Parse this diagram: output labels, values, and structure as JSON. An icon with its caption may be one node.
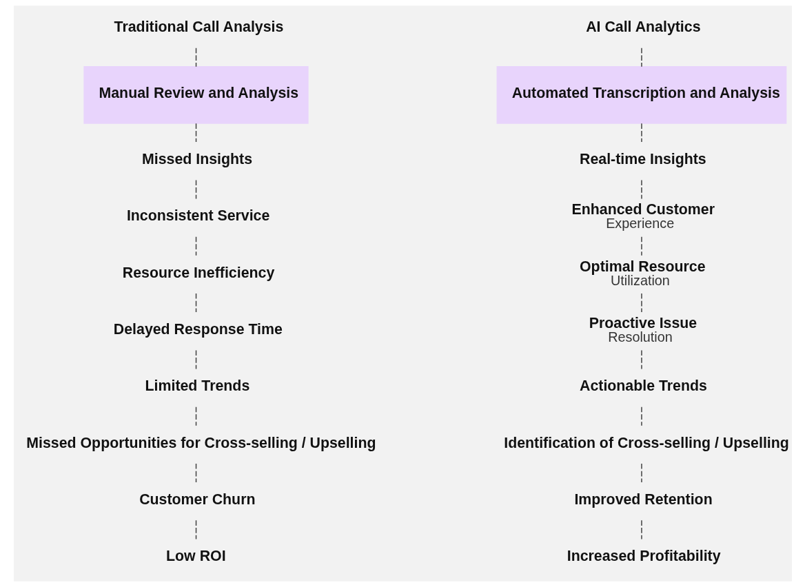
{
  "diagram": {
    "nodes": [
      {
        "text": [
          "Traditional Call Analysis"
        ]
      },
      {
        "text": [
          "Manual Review and Analysis"
        ]
      },
      {
        "text": [
          "Missed Insights"
        ]
      },
      {
        "text": [
          "Inconsistent Service"
        ]
      },
      {
        "text": [
          "Resource Inefficiency"
        ]
      },
      {
        "text": [
          "Delayed Response Time"
        ]
      },
      {
        "text": [
          "Limited Trends"
        ]
      },
      {
        "text": [
          "Missed Opportunities for Cross-selling / Upselling"
        ]
      },
      {
        "text": [
          "Customer Churn"
        ]
      },
      {
        "text": [
          "Low ROI"
        ]
      },
      {
        "text": [
          "AI Call Analytics"
        ]
      },
      {
        "text": [
          "Automated Transcription and Analysis"
        ]
      },
      {
        "text": [
          "Real-time Insights"
        ]
      },
      {
        "text": [
          "Enhanced Customer"
        ],
        "beside": [
          "Experience"
        ]
      },
      {
        "text": [
          "Optimal Resource"
        ],
        "beside": [
          "Utilization"
        ]
      },
      {
        "text": [
          "Proactive Issue"
        ],
        "beside": [
          "Resolution"
        ]
      },
      {
        "text": [
          "Actionable Trends"
        ]
      },
      {
        "text": [
          "Identification of Cross-selling / Upselling"
        ]
      },
      {
        "text": [
          "Improved Retention"
        ]
      },
      {
        "text": [
          "Increased Profitability"
        ]
      }
    ],
    "edges": [
      {
        "from": 0,
        "to": 1,
        "arrow": "none",
        "style": "dashed"
      },
      {
        "from": 1,
        "to": 2,
        "arrow": "none",
        "style": "dashed"
      },
      {
        "from": 2,
        "to": 3,
        "arrow": "none",
        "style": "dashed"
      },
      {
        "from": 3,
        "to": 4,
        "arrow": "none",
        "style": "dashed"
      },
      {
        "from": 4,
        "to": 5,
        "arrow": "none",
        "style": "dashed"
      },
      {
        "from": 5,
        "to": 6,
        "arrow": "none",
        "style": "dashed"
      },
      {
        "from": 6,
        "to": 7,
        "arrow": "none",
        "style": "dashed"
      },
      {
        "from": 7,
        "to": 8,
        "arrow": "none",
        "style": "dashed"
      },
      {
        "from": 8,
        "to": 9,
        "arrow": "none",
        "style": "dashed"
      },
      {
        "from": 10,
        "to": 11,
        "arrow": "none",
        "style": "dashed"
      },
      {
        "from": 11,
        "to": 12,
        "arrow": "none",
        "style": "dashed"
      },
      {
        "from": 12,
        "to": 13,
        "arrow": "none",
        "style": "dashed"
      },
      {
        "from": 13,
        "to": 14,
        "arrow": "none",
        "style": "dashed"
      },
      {
        "from": 14,
        "to": 15,
        "arrow": "none",
        "style": "dashed"
      },
      {
        "from": 15,
        "to": 16,
        "arrow": "none",
        "style": "dashed"
      },
      {
        "from": 16,
        "to": 17,
        "arrow": "none",
        "style": "dashed"
      },
      {
        "from": 17,
        "to": 18,
        "arrow": "none",
        "style": "dashed"
      },
      {
        "from": 18,
        "to": 19,
        "arrow": "none",
        "style": "dashed"
      }
    ]
  }
}
